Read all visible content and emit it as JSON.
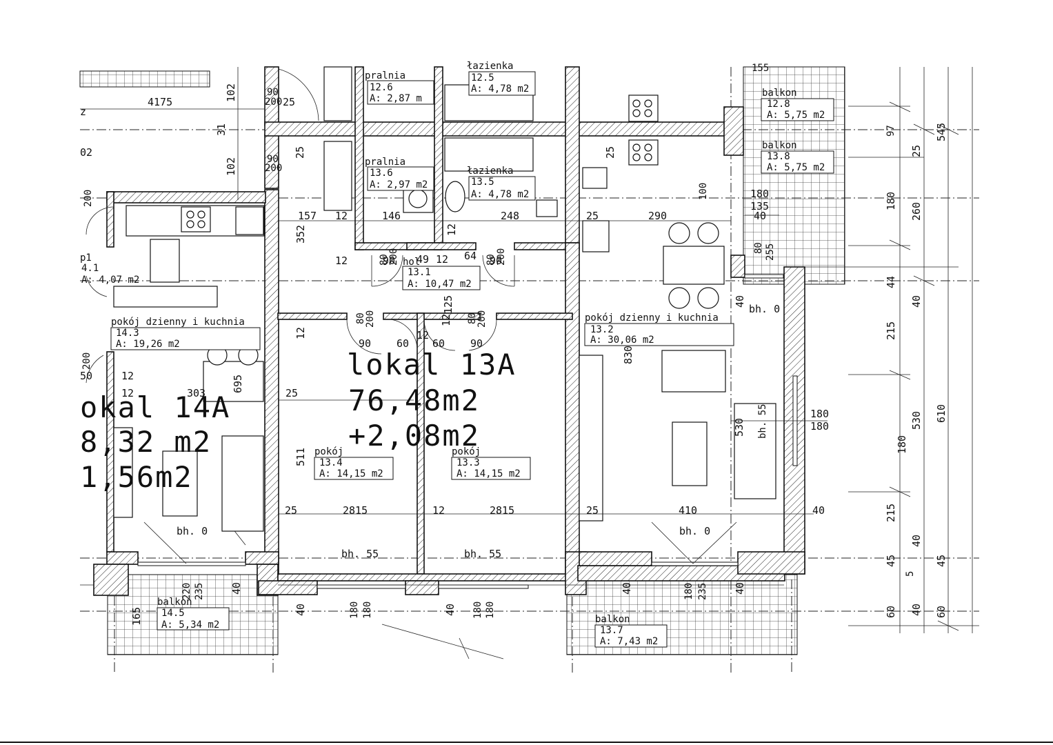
{
  "units": {
    "lokal_13a": {
      "name": "lokal 13A",
      "area": "76,48m2",
      "extra": "+2,08m2"
    },
    "lokal_14a": {
      "name": "okal 14A",
      "area": "8,32 m2",
      "extra": "1,56m2"
    }
  },
  "rooms": [
    {
      "id": "pralnia_top",
      "name": "pralnia",
      "code": "12.6",
      "area": "A: 2,87 m"
    },
    {
      "id": "lazienka_top",
      "name": "łazienka",
      "code": "12.5",
      "area": "A: 4,78 m2"
    },
    {
      "id": "balkon_top1",
      "name": "balkon",
      "code": "12.8",
      "area": "A: 5,75 m2"
    },
    {
      "id": "balkon_top2",
      "name": "balkon",
      "code": "13.8",
      "area": "A: 5,75 m2"
    },
    {
      "id": "pralnia_13",
      "name": "pralnia",
      "code": "13.6",
      "area": "A: 2,97 m2"
    },
    {
      "id": "lazienka_13",
      "name": "łazienka",
      "code": "13.5",
      "area": "A: 4,78 m2"
    },
    {
      "id": "kitchen_14",
      "name": "p1",
      "code": "4.1",
      "area": "A: 4,07 m2"
    },
    {
      "id": "hol_13",
      "name": "hol",
      "code": "13.1",
      "area": "A: 10,47 m2"
    },
    {
      "id": "living_14",
      "name": "pokój dzienny i kuchnia",
      "code": "14.3",
      "area": "A: 19,26 m2"
    },
    {
      "id": "living_13",
      "name": "pokój dzienny i kuchnia",
      "code": "13.2",
      "area": "A: 30,06 m2"
    },
    {
      "id": "pokoj_134",
      "name": "pokój",
      "code": "13.4",
      "area": "A: 14,15 m2"
    },
    {
      "id": "pokoj_133",
      "name": "pokój",
      "code": "13.3",
      "area": "A: 14,15 m2"
    },
    {
      "id": "balkon_14",
      "name": "balkon",
      "code": "14.5",
      "area": "A: 5,34 m2"
    },
    {
      "id": "balkon_13",
      "name": "balkon",
      "code": "13.7",
      "area": "A: 7,43 m2"
    }
  ],
  "dimensions": {
    "d4175": "4175",
    "d102a": "102",
    "d102b": "102",
    "d31": "31",
    "d02": "02",
    "dz": "z",
    "d90a": "90",
    "d200a": "200",
    "d25a": "25",
    "d25b": "25",
    "d90b": "90",
    "d200b": "200",
    "d200c": "200",
    "d157": "157",
    "d12a": "12",
    "d146": "146",
    "d12b": "12",
    "d248": "248",
    "d25c": "25",
    "d290": "290",
    "d352": "352",
    "d12c": "12",
    "d90c": "90",
    "d49": "49",
    "d12d": "12",
    "d64": "64",
    "d90d": "90",
    "d80a": "80",
    "d200d": "200",
    "d80b": "80",
    "d200e": "200",
    "d12e": "12",
    "d90e": "90",
    "d60a": "60",
    "d12f": "12",
    "d60b": "60",
    "d90f": "90",
    "d80c": "80",
    "d200f": "200",
    "d80d": "80",
    "d200g": "200",
    "d125": "125",
    "d12g": "12",
    "d830": "830",
    "d12h": "12",
    "d12i": "12",
    "d303": "303",
    "d695": "695",
    "d25d": "25",
    "d50": "50",
    "d200h": "200",
    "d511": "511",
    "d25e": "25",
    "d2815a": "2815",
    "d12j": "12",
    "d2815b": "2815",
    "d25f": "25",
    "d410": "410",
    "d40a": "40",
    "bh0a": "bh. 0",
    "bh55a": "bh. 55",
    "bh55b": "bh. 55",
    "bh0b": "bh. 0",
    "bh0c": "bh. 0",
    "bh55c": "bh. 55",
    "d40b": "40",
    "d180a": "180",
    "d180b": "180",
    "d40c": "40",
    "d180c": "180",
    "d180d": "180",
    "d40d": "40",
    "d180e": "180",
    "d235a": "235",
    "d40e": "40",
    "d220": "220",
    "d235b": "235",
    "d165": "165",
    "d40f": "40",
    "d100": "100",
    "d180f": "180",
    "d135": "135",
    "d40g": "40",
    "d80e": "80",
    "d255": "255",
    "d40h": "40",
    "d530": "530",
    "d180g": "180",
    "d180h": "180",
    "r97": "97",
    "r25": "25",
    "r545": "545",
    "r180": "180",
    "r260": "260",
    "r44": "44",
    "r40a": "40",
    "r215a": "215",
    "r530": "530",
    "r610": "610",
    "r180b": "180",
    "r215b": "215",
    "r40b": "40",
    "r45a": "45",
    "r5": "5",
    "r45b": "45",
    "r60a": "60",
    "r40c": "40",
    "r60b": "60",
    "r25b": "25",
    "r155": "155"
  }
}
